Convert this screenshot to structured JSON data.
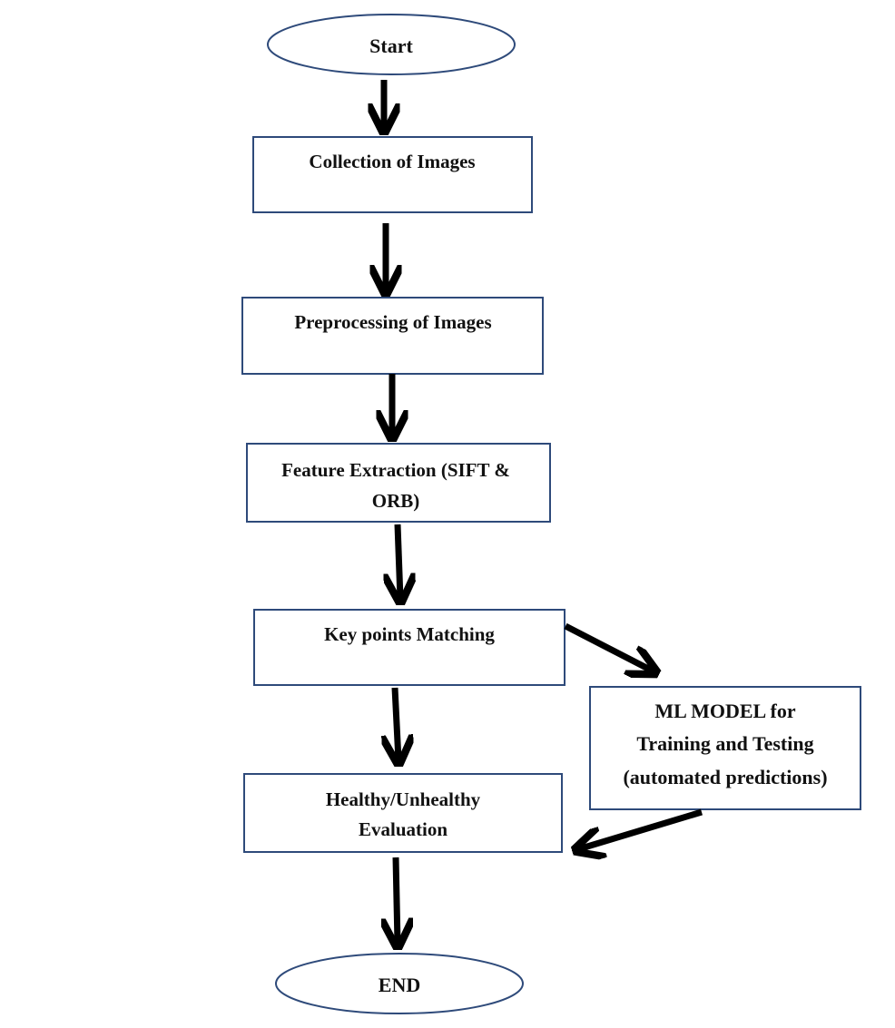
{
  "nodes": {
    "start": "Start",
    "collection": "Collection of Images",
    "preprocessing": "Preprocessing of Images",
    "feature_line1": "Feature Extraction (SIFT &",
    "feature_line2": "ORB)",
    "matching": "Key points Matching",
    "ml_line1": "ML MODEL for",
    "ml_line2": "Training and Testing",
    "ml_line3": "(automated predictions)",
    "eval_line1": "Healthy/Unhealthy",
    "eval_line2": "Evaluation",
    "end": "END"
  },
  "colors": {
    "border": "#2e4a7a",
    "arrow": "#000000",
    "text": "#111111"
  }
}
